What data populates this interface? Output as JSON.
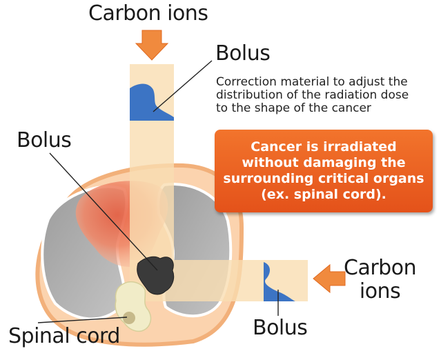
{
  "labels": {
    "carbon_ions_top": "Carbon ions",
    "bolus_top": "Bolus",
    "correction": [
      "Correction material to adjust the",
      "distribution of the radiation dose",
      "to the shape of the cancer"
    ],
    "bolus_left": "Bolus",
    "carbon_ions_right": [
      "Carbon",
      "ions"
    ],
    "bolus_bottom": "Bolus",
    "spinal_cord": "Spinal cord"
  },
  "callout": {
    "text": "Cancer is irradiated without damaging the surrounding critical organs (ex. spinal cord)."
  },
  "colors": {
    "beam": "#f9ddb2",
    "arrow": "#f08a3e",
    "bolus": "#3c74c4",
    "body_outline": "#f2b07a",
    "body_fill": "#fbd3ae",
    "lung": "#a9a9a9",
    "tumor_region": "#ef8a6a",
    "cancer": "#3a3a3a",
    "spine": "#f1ecc8",
    "callout": "#e85f20"
  }
}
